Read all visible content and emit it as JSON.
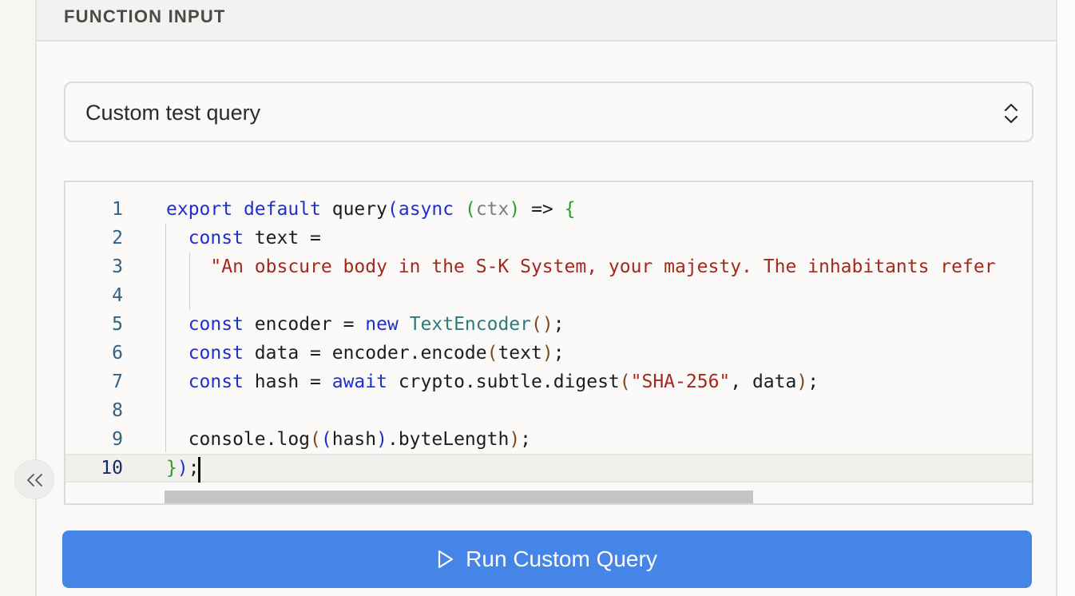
{
  "panel": {
    "title": "FUNCTION INPUT"
  },
  "query_select": {
    "value": "Custom test query",
    "icon": "chevron-up-down-icon"
  },
  "editor": {
    "lines": [
      {
        "number": "1",
        "text": "export default query(async (ctx) => {"
      },
      {
        "number": "2",
        "text": "  const text ="
      },
      {
        "number": "3",
        "text": "    \"An obscure body in the S-K System, your majesty. The inhabitants refer"
      },
      {
        "number": "4",
        "text": ""
      },
      {
        "number": "5",
        "text": "  const encoder = new TextEncoder();"
      },
      {
        "number": "6",
        "text": "  const data = encoder.encode(text);"
      },
      {
        "number": "7",
        "text": "  const hash = await crypto.subtle.digest(\"SHA-256\", data);"
      },
      {
        "number": "8",
        "text": ""
      },
      {
        "number": "9",
        "text": "  console.log((hash).byteLength);"
      },
      {
        "number": "10",
        "text": "});"
      }
    ],
    "active_line": "10"
  },
  "run_button": {
    "label": "Run Custom Query",
    "icon": "play-outline-icon",
    "color": "#4685e8"
  },
  "collapse_button": {
    "icon": "double-chevron-left-icon"
  }
}
